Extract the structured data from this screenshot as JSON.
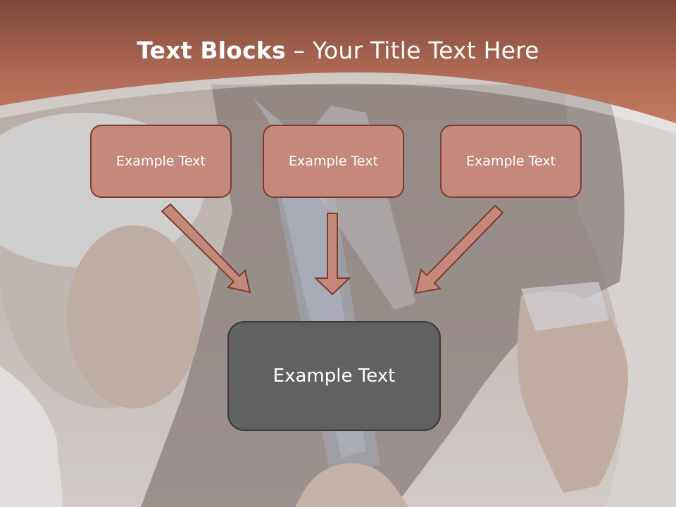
{
  "slide": {
    "title_bold": "Text Blocks",
    "title_dash": " – ",
    "title_rest": "Your Title Text Here",
    "boxes": [
      {
        "label": "Example Text"
      },
      {
        "label": "Example Text"
      },
      {
        "label": "Example Text"
      }
    ],
    "center_box": {
      "label": "Example Text"
    }
  },
  "colors": {
    "header": "#a45a45",
    "box_fill": "#c4897a",
    "box_border": "#7a3e2c",
    "center_fill": "#616161",
    "arrow_fill": "#c4897a"
  }
}
